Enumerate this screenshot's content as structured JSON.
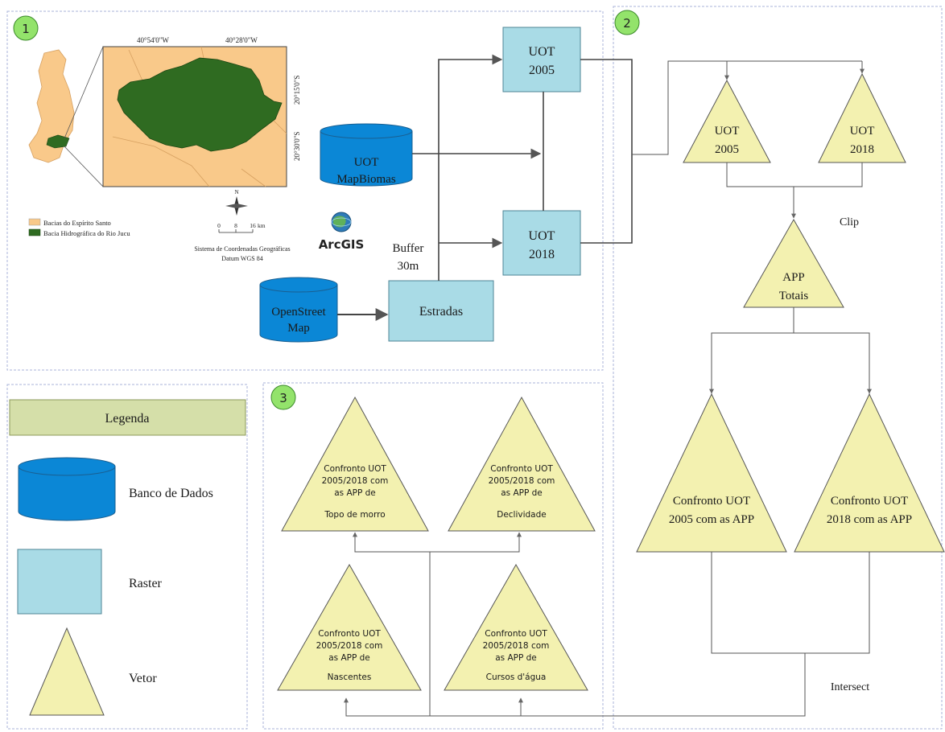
{
  "panels": {
    "p1_badge": "1",
    "p2_badge": "2",
    "p3_badge": "3"
  },
  "map": {
    "lon1": "40°54'0\"W",
    "lon2": "40°28'0\"W",
    "lat1": "20°15'0\"S",
    "lat2": "20°30'0\"S",
    "legend1": "Bacias do Espírito Santo",
    "legend2": "Bacia Hidrográfica do Rio Jucu",
    "north": "N",
    "scale0": "0",
    "scale1": "8",
    "scale2": "16",
    "scale_unit": "km",
    "crs1": "Sistema de Coordenadas Geográficas",
    "crs2": "Datum WGS 84",
    "arcgis": "ArcGIS",
    "colors": {
      "basin": "#f9c98a",
      "jucu": "#2f6b21"
    }
  },
  "nodes": {
    "mapbiomas_l1": "UOT",
    "mapbiomas_l2": "MapBiomas",
    "osm_l1": "OpenStreet",
    "osm_l2": "Map",
    "uot2005_l1": "UOT",
    "uot2005_l2": "2005",
    "uot2018_l1": "UOT",
    "uot2018_l2": "2018",
    "estradas": "Estradas",
    "buffer_l1": "Buffer",
    "buffer_l2": "30m",
    "v2005_l1": "UOT",
    "v2005_l2": "2005",
    "v2018_l1": "UOT",
    "v2018_l2": "2018",
    "clip": "Clip",
    "app_l1": "APP",
    "app_l2": "Totais",
    "c2005_l1": "Confronto UOT",
    "c2005_l2": "2005 com as APP",
    "c2018_l1": "Confronto UOT",
    "c2018_l2": "2018 com as APP",
    "intersect": "Intersect",
    "topo": [
      "Confronto UOT",
      "2005/2018 com",
      "as APP de",
      "Topo de morro"
    ],
    "decl": [
      "Confronto UOT",
      "2005/2018 com",
      "as APP de",
      "Declividade"
    ],
    "nasc": [
      "Confronto UOT",
      "2005/2018 com",
      "as APP de",
      "Nascentes"
    ],
    "curs": [
      "Confronto UOT",
      "2005/2018 com",
      "as APP de",
      "Cursos d'água"
    ]
  },
  "legend": {
    "title": "Legenda",
    "db": "Banco de Dados",
    "raster": "Raster",
    "vector": "Vetor"
  },
  "colors": {
    "database": "#0b87d6",
    "raster": "#a9dbe6",
    "vector": "#f3f1b0",
    "badge": "#93e36b",
    "legend_title_bg": "#d5dfa9",
    "panel_border": "#a9b3d8"
  }
}
